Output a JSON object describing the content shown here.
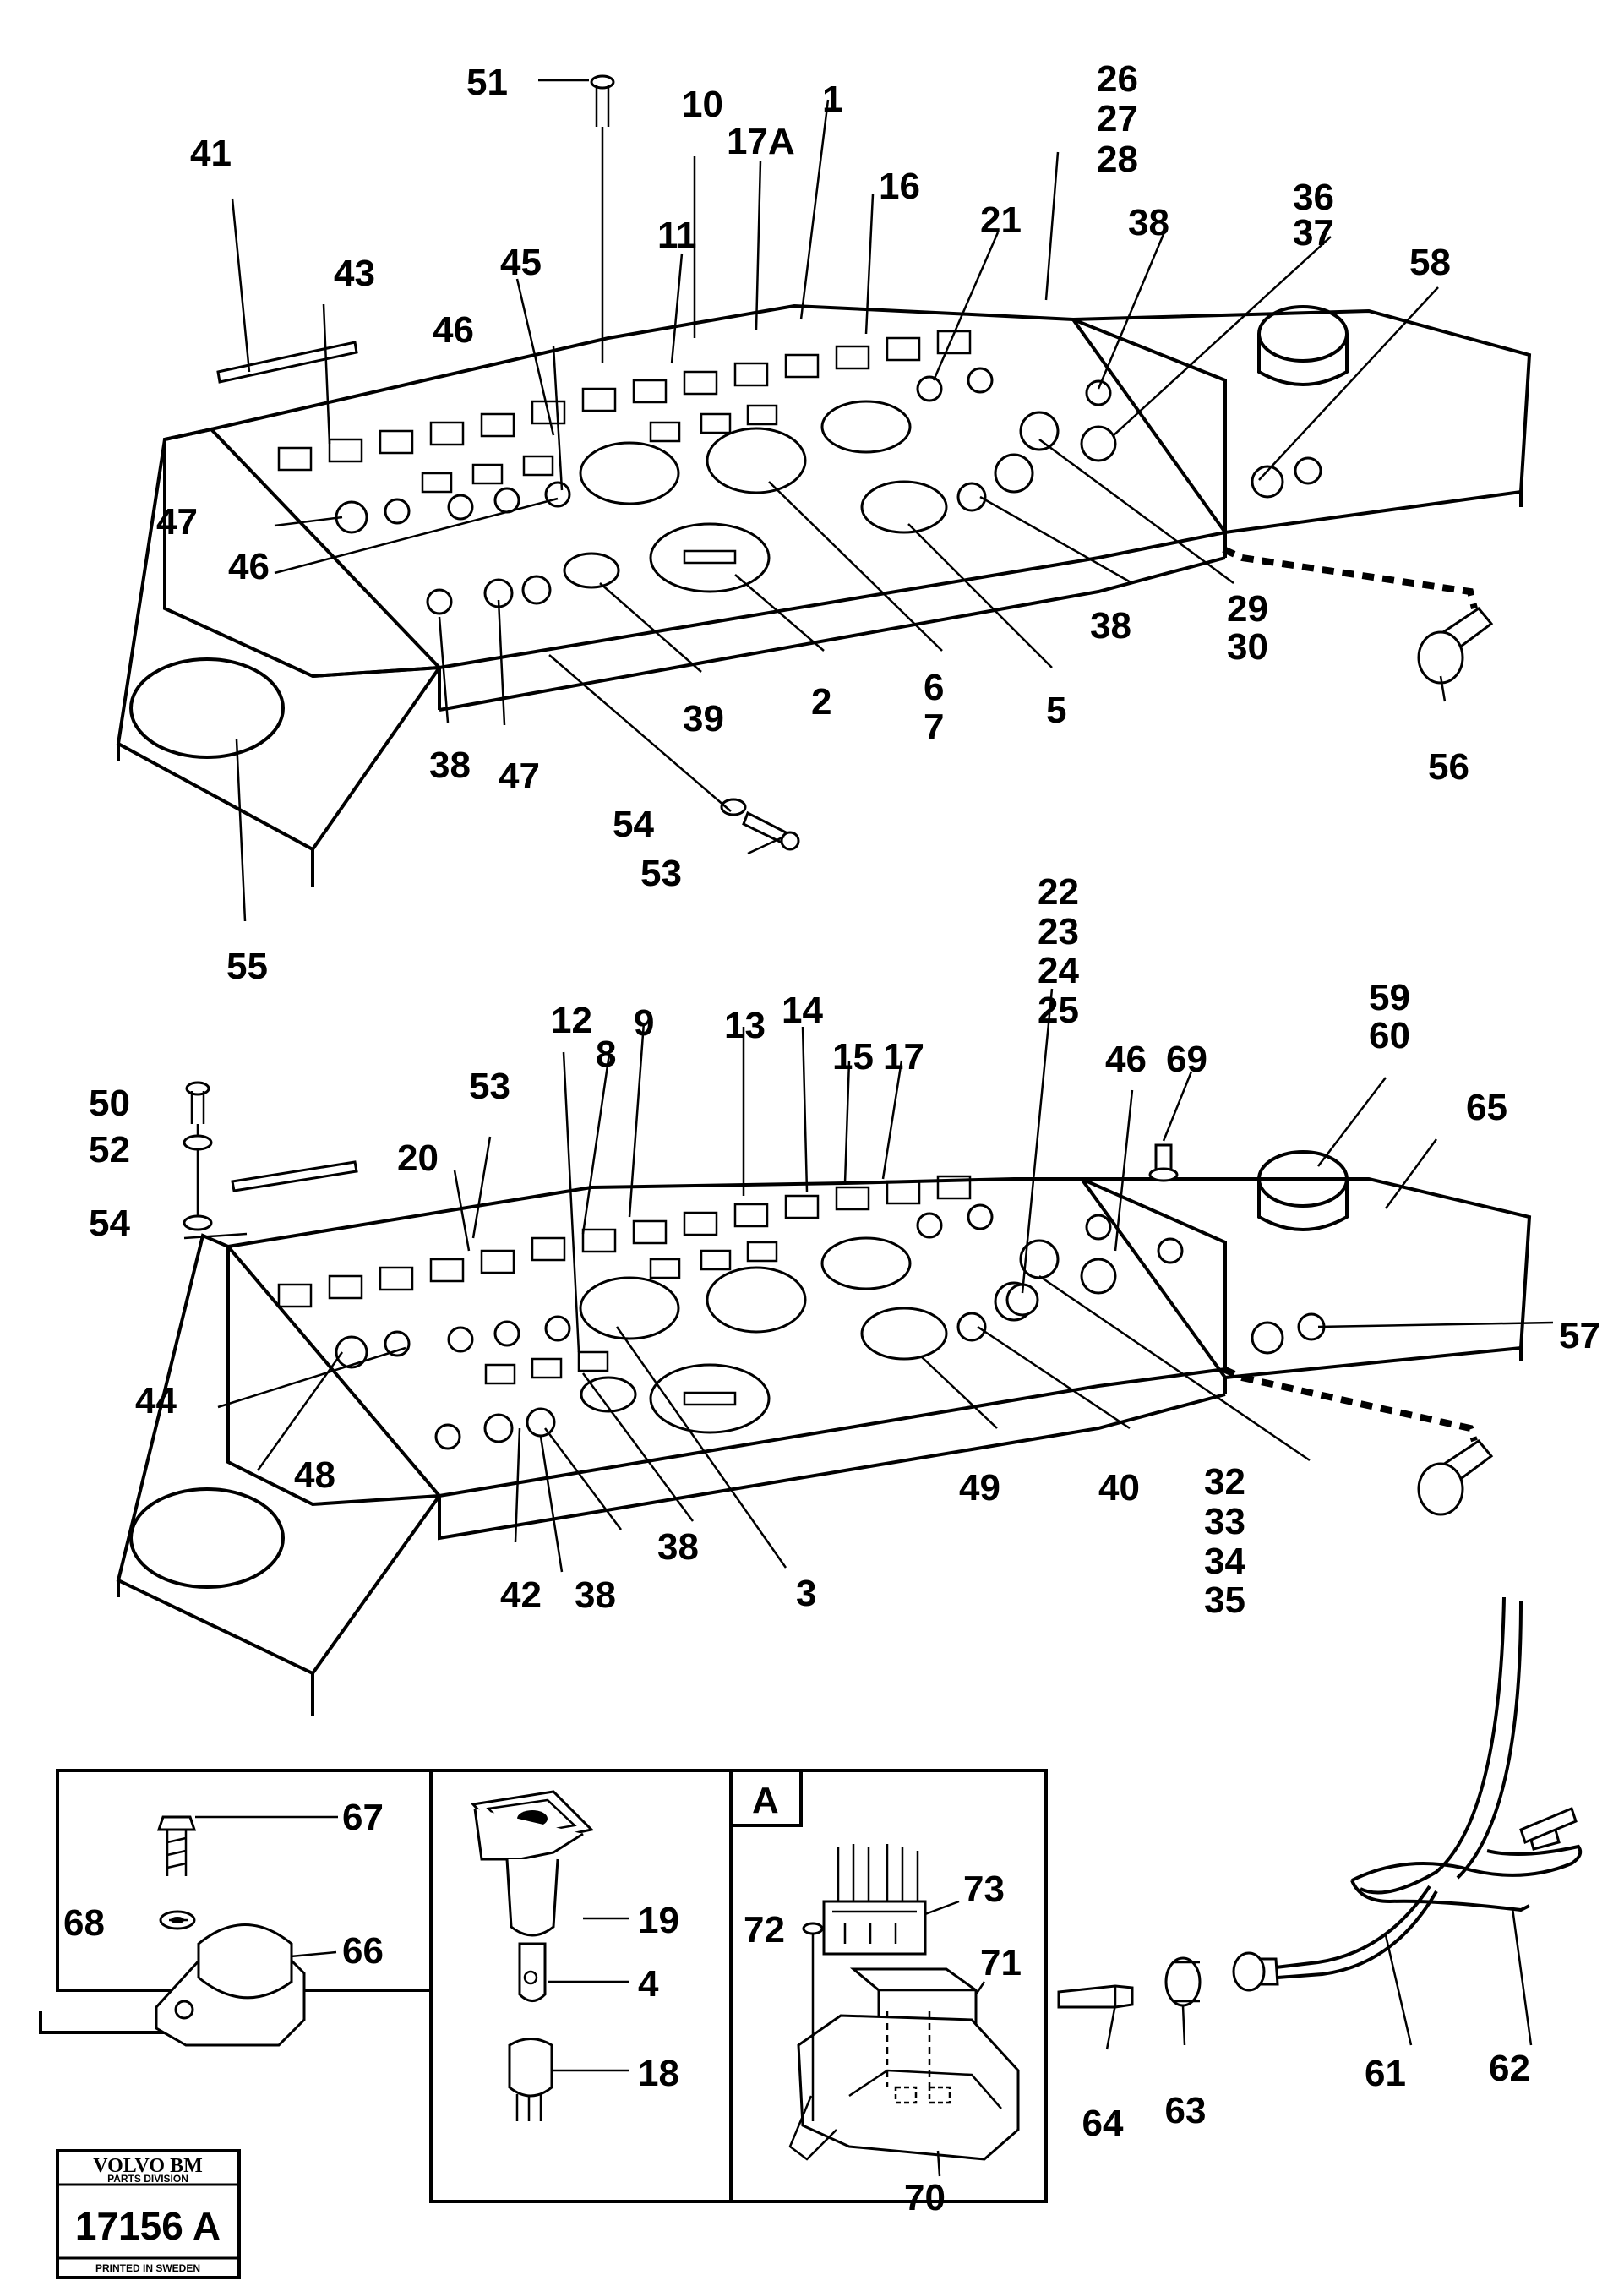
{
  "callouts": [
    {
      "id": "c51",
      "text": "51"
    },
    {
      "id": "c41",
      "text": "41"
    },
    {
      "id": "c10",
      "text": "10"
    },
    {
      "id": "c17a",
      "text": "17A"
    },
    {
      "id": "c1",
      "text": "1"
    },
    {
      "id": "c26",
      "text": "26"
    },
    {
      "id": "c27",
      "text": "27"
    },
    {
      "id": "c28",
      "text": "28"
    },
    {
      "id": "c16",
      "text": "16"
    },
    {
      "id": "c43",
      "text": "43"
    },
    {
      "id": "c11",
      "text": "11"
    },
    {
      "id": "c21",
      "text": "21"
    },
    {
      "id": "c38a",
      "text": "38"
    },
    {
      "id": "c36",
      "text": "36"
    },
    {
      "id": "c37",
      "text": "37"
    },
    {
      "id": "c58",
      "text": "58"
    },
    {
      "id": "c45",
      "text": "45"
    },
    {
      "id": "c46a",
      "text": "46"
    },
    {
      "id": "c47a",
      "text": "47"
    },
    {
      "id": "c46b",
      "text": "46"
    },
    {
      "id": "c38b",
      "text": "38"
    },
    {
      "id": "c29",
      "text": "29"
    },
    {
      "id": "c30",
      "text": "30"
    },
    {
      "id": "c6",
      "text": "6"
    },
    {
      "id": "c7",
      "text": "7"
    },
    {
      "id": "c2",
      "text": "2"
    },
    {
      "id": "c39",
      "text": "39"
    },
    {
      "id": "c5",
      "text": "5"
    },
    {
      "id": "c56",
      "text": "56"
    },
    {
      "id": "c38c",
      "text": "38"
    },
    {
      "id": "c47b",
      "text": "47"
    },
    {
      "id": "c54a",
      "text": "54"
    },
    {
      "id": "c53a",
      "text": "53"
    },
    {
      "id": "c55",
      "text": "55"
    },
    {
      "id": "c22",
      "text": "22"
    },
    {
      "id": "c23",
      "text": "23"
    },
    {
      "id": "c24",
      "text": "24"
    },
    {
      "id": "c25",
      "text": "25"
    },
    {
      "id": "c12",
      "text": "12"
    },
    {
      "id": "c9",
      "text": "9"
    },
    {
      "id": "c13",
      "text": "13"
    },
    {
      "id": "c14",
      "text": "14"
    },
    {
      "id": "c8",
      "text": "8"
    },
    {
      "id": "c15",
      "text": "15"
    },
    {
      "id": "c17",
      "text": "17"
    },
    {
      "id": "c46c",
      "text": "46"
    },
    {
      "id": "c69",
      "text": "69"
    },
    {
      "id": "c59",
      "text": "59"
    },
    {
      "id": "c60",
      "text": "60"
    },
    {
      "id": "c50",
      "text": "50"
    },
    {
      "id": "c53b",
      "text": "53"
    },
    {
      "id": "c65",
      "text": "65"
    },
    {
      "id": "c52",
      "text": "52"
    },
    {
      "id": "c20",
      "text": "20"
    },
    {
      "id": "c54b",
      "text": "54"
    },
    {
      "id": "c57",
      "text": "57"
    },
    {
      "id": "c44",
      "text": "44"
    },
    {
      "id": "c48",
      "text": "48"
    },
    {
      "id": "c49",
      "text": "49"
    },
    {
      "id": "c40",
      "text": "40"
    },
    {
      "id": "c32",
      "text": "32"
    },
    {
      "id": "c33",
      "text": "33"
    },
    {
      "id": "c34",
      "text": "34"
    },
    {
      "id": "c35",
      "text": "35"
    },
    {
      "id": "c38d",
      "text": "38"
    },
    {
      "id": "c42",
      "text": "42"
    },
    {
      "id": "c38e",
      "text": "38"
    },
    {
      "id": "c3",
      "text": "3"
    },
    {
      "id": "c67",
      "text": "67"
    },
    {
      "id": "c68",
      "text": "68"
    },
    {
      "id": "c66",
      "text": "66"
    },
    {
      "id": "c19",
      "text": "19"
    },
    {
      "id": "c4",
      "text": "4"
    },
    {
      "id": "c18",
      "text": "18"
    },
    {
      "id": "cA",
      "text": "A"
    },
    {
      "id": "c73",
      "text": "73"
    },
    {
      "id": "c72",
      "text": "72"
    },
    {
      "id": "c71",
      "text": "71"
    },
    {
      "id": "c70",
      "text": "70"
    },
    {
      "id": "c62",
      "text": "62"
    },
    {
      "id": "c61",
      "text": "61"
    },
    {
      "id": "c63",
      "text": "63"
    },
    {
      "id": "c64",
      "text": "64"
    }
  ],
  "stamp": {
    "brand": "VOLVO BM",
    "division": "PARTS DIVISION",
    "number": "17156 A",
    "printed": "PRINTED IN SWEDEN"
  }
}
